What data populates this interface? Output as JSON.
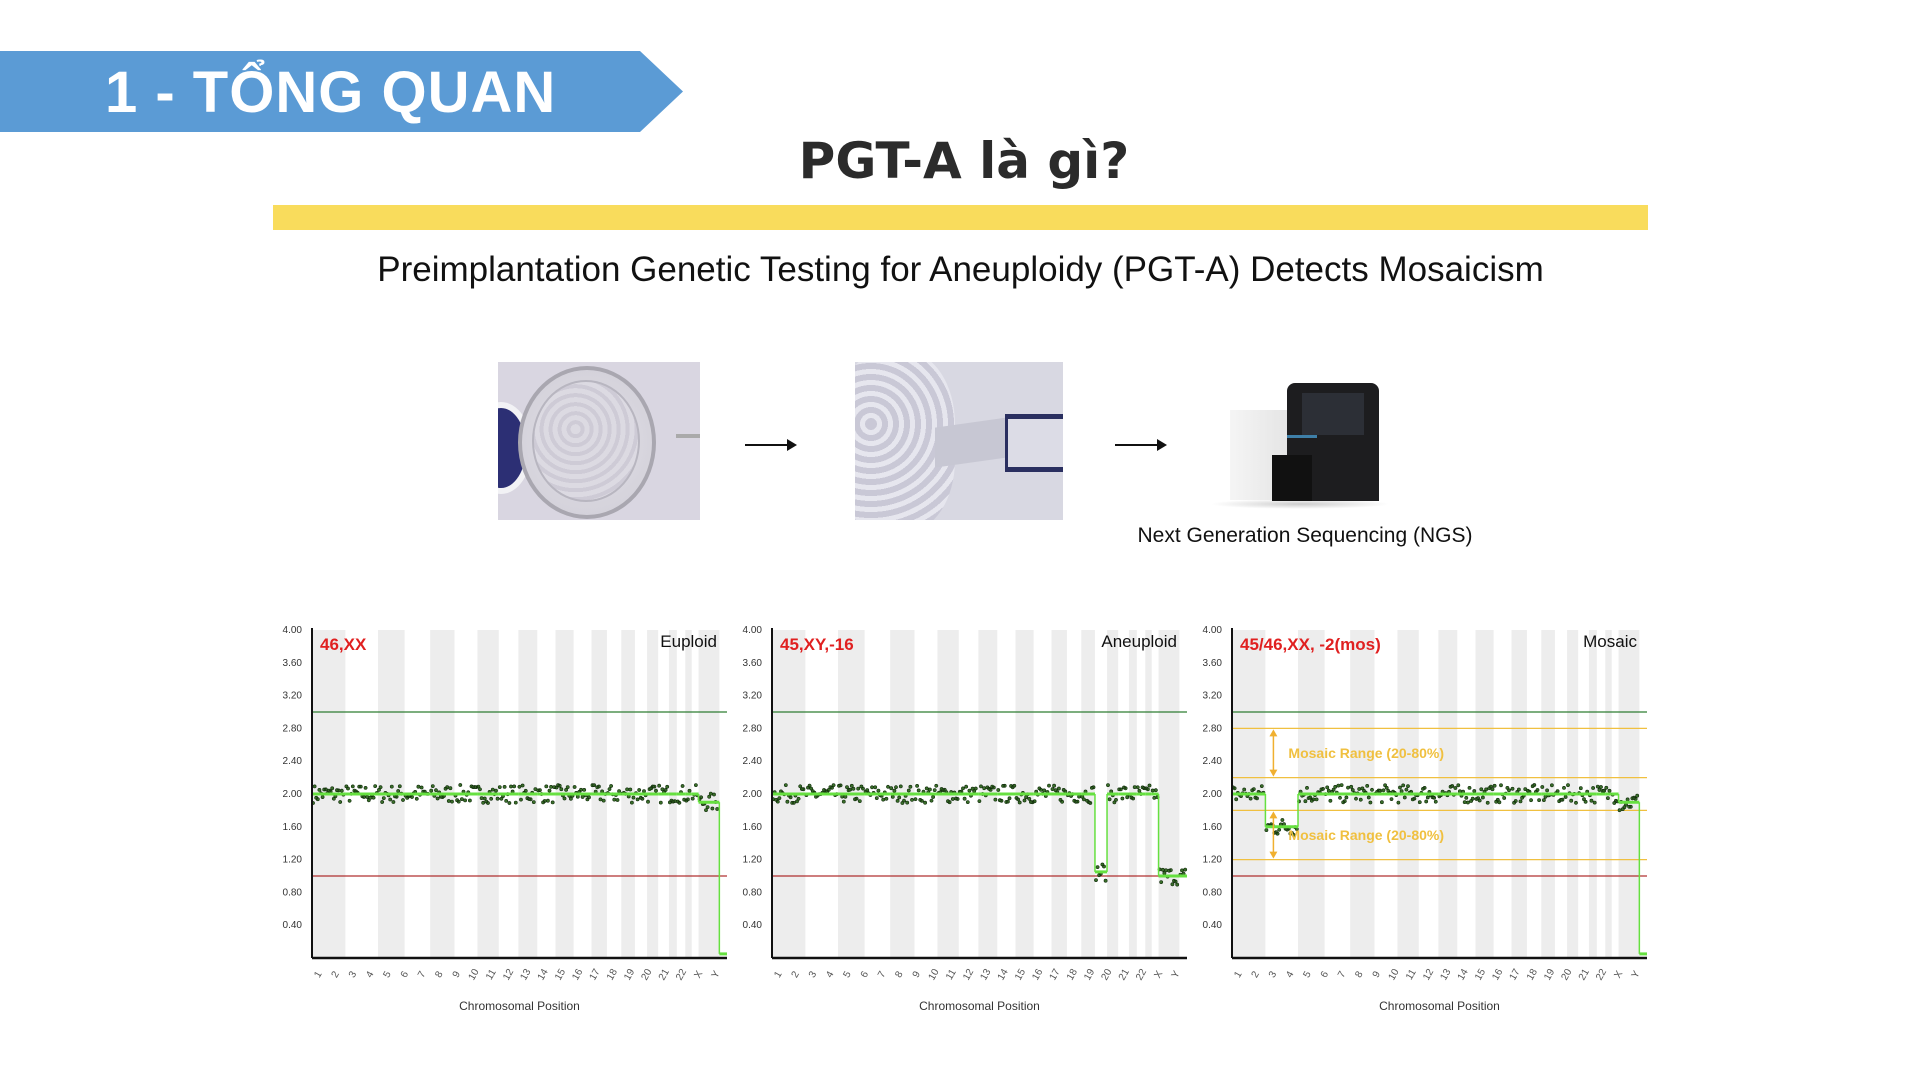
{
  "banner": {
    "text": "1 - TỔNG QUAN",
    "color": "#5b9bd5"
  },
  "title": "PGT-A là gì?",
  "accent_bar_color": "#f9dc5c",
  "subtitle": "Preimplantation Genetic Testing for Aneuploidy (PGT-A) Detects Mosaicism",
  "workflow": {
    "steps": [
      "embryo-image",
      "biopsy-image",
      "sequencer-image"
    ],
    "ngs_label": "Next Generation Sequencing (NGS)"
  },
  "chart_data": [
    {
      "type": "scatter",
      "karyotype": "46,XX",
      "title": "Euploid",
      "xlabel": "Chromosomal Position",
      "ylim": [
        0,
        4
      ],
      "yticks": [
        "4.00",
        "3.60",
        "3.20",
        "2.80",
        "2.40",
        "2.00",
        "1.60",
        "1.20",
        "0.80",
        "0.40"
      ],
      "reference_lines": [
        {
          "y": 3.0,
          "color": "#2e7d32"
        },
        {
          "y": 1.0,
          "color": "#b03030"
        }
      ],
      "chromosomes": [
        "1",
        "2",
        "3",
        "4",
        "5",
        "6",
        "7",
        "8",
        "9",
        "10",
        "11",
        "12",
        "13",
        "14",
        "15",
        "16",
        "17",
        "18",
        "19",
        "20",
        "21",
        "22",
        "X",
        "Y"
      ],
      "chromosome_lengths_mb": [
        249,
        243,
        198,
        191,
        181,
        171,
        159,
        146,
        141,
        136,
        135,
        133,
        115,
        107,
        102,
        90,
        83,
        80,
        59,
        63,
        48,
        51,
        155,
        57
      ],
      "copy_number": [
        2,
        2,
        2,
        2,
        2,
        2,
        2,
        2,
        2,
        2,
        2,
        2,
        2,
        2,
        2,
        2,
        2,
        2,
        2,
        2,
        2,
        2,
        1.9,
        0.05
      ],
      "annotations": []
    },
    {
      "type": "scatter",
      "karyotype": "45,XY,-16",
      "title": "Aneuploid",
      "xlabel": "Chromosomal Position",
      "ylim": [
        0,
        4
      ],
      "yticks": [
        "4.00",
        "3.60",
        "3.20",
        "2.80",
        "2.40",
        "2.00",
        "1.60",
        "1.20",
        "0.80",
        "0.40"
      ],
      "reference_lines": [
        {
          "y": 3.0,
          "color": "#2e7d32"
        },
        {
          "y": 1.0,
          "color": "#b03030"
        }
      ],
      "chromosomes": [
        "1",
        "2",
        "3",
        "4",
        "5",
        "6",
        "7",
        "8",
        "9",
        "10",
        "11",
        "12",
        "13",
        "14",
        "15",
        "16",
        "17",
        "18",
        "19",
        "20",
        "21",
        "22",
        "X",
        "Y"
      ],
      "chromosome_lengths_mb": [
        249,
        243,
        198,
        191,
        181,
        171,
        159,
        146,
        141,
        136,
        135,
        133,
        115,
        107,
        102,
        90,
        83,
        80,
        59,
        63,
        48,
        51,
        155,
        57
      ],
      "copy_number": [
        2,
        2,
        2,
        2,
        2,
        2,
        2,
        2,
        2,
        2,
        2,
        2,
        2,
        2,
        2,
        1.05,
        2,
        2,
        2,
        2,
        2,
        2,
        1,
        1
      ],
      "annotations": []
    },
    {
      "type": "scatter",
      "karyotype": "45/46,XX, -2(mos)",
      "title": "Mosaic",
      "xlabel": "Chromosomal Position",
      "ylim": [
        0,
        4
      ],
      "yticks": [
        "4.00",
        "3.60",
        "3.20",
        "2.80",
        "2.40",
        "2.00",
        "1.60",
        "1.20",
        "0.80",
        "0.40"
      ],
      "reference_lines": [
        {
          "y": 3.0,
          "color": "#2e7d32"
        },
        {
          "y": 1.0,
          "color": "#b03030"
        },
        {
          "y": 2.8,
          "color": "#f0c040"
        },
        {
          "y": 2.2,
          "color": "#f0c040"
        },
        {
          "y": 1.8,
          "color": "#f0c040"
        },
        {
          "y": 1.2,
          "color": "#f0c040"
        }
      ],
      "chromosomes": [
        "1",
        "2",
        "3",
        "4",
        "5",
        "6",
        "7",
        "8",
        "9",
        "10",
        "11",
        "12",
        "13",
        "14",
        "15",
        "16",
        "17",
        "18",
        "19",
        "20",
        "21",
        "22",
        "X",
        "Y"
      ],
      "chromosome_lengths_mb": [
        249,
        243,
        198,
        191,
        181,
        171,
        159,
        146,
        141,
        136,
        135,
        133,
        115,
        107,
        102,
        90,
        83,
        80,
        59,
        63,
        48,
        51,
        155,
        57
      ],
      "copy_number": [
        2,
        1.6,
        2,
        2,
        2,
        2,
        2,
        2,
        2,
        2,
        2,
        2,
        2,
        2,
        2,
        2,
        2,
        2,
        2,
        2,
        2,
        2,
        1.9,
        0.05
      ],
      "annotations": [
        {
          "text": "Mosaic Range (20-80%)",
          "range": [
            2.2,
            2.8
          ]
        },
        {
          "text": "Mosaic Range (20-80%)",
          "range": [
            1.2,
            1.8
          ]
        }
      ]
    }
  ]
}
